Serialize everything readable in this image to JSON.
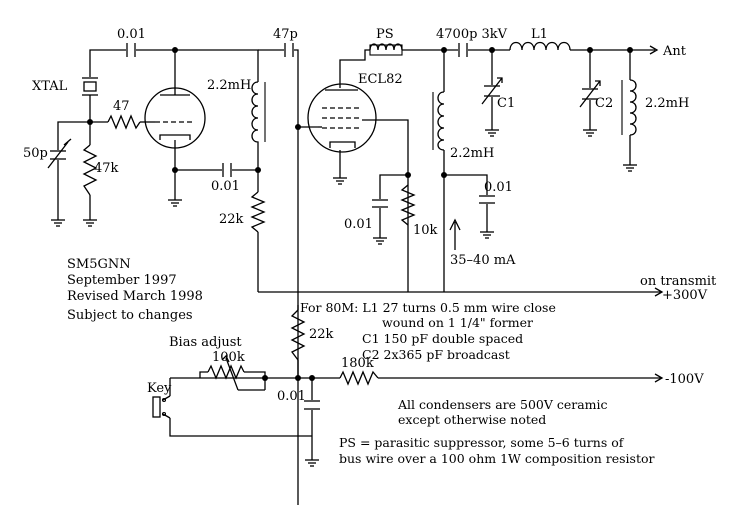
{
  "components": {
    "c_0_01_top": "0.01",
    "c_47p": "47p",
    "ps": "PS",
    "c_4700p": "4700p 3kV",
    "l1": "L1",
    "ant": "Ant",
    "xtal": "XTAL",
    "l_2_2mH_osc": "2.2mH",
    "ecl82": "ECL82",
    "c1": "C1",
    "c2": "C2",
    "l_2_2mH_ant": "2.2mH",
    "r_47": "47",
    "c_50p": "50p",
    "r_47k": "47k",
    "c_0_01_cathode": "0.01",
    "l_2_2mH_plate": "2.2mH",
    "c_0_01_plate": "0.01",
    "r_22k_upper": "22k",
    "c_0_01_grid": "0.01",
    "r_10k": "10k",
    "current": "35–40 mA",
    "r_22k_lower": "22k",
    "bias_adjust": "Bias adjust",
    "r_100k": "100k",
    "key": "Key",
    "c_0_01_bias": "0.01",
    "r_180k": "180k",
    "minus_100v": "-100V",
    "on_transmit": "on transmit",
    "plus_300v": "+300V"
  },
  "author": {
    "call": "SM5GNN",
    "date": "September 1997",
    "revised": "Revised March 1998",
    "note": "Subject to changes"
  },
  "notes": {
    "line1": "For 80M:  L1 27 turns 0.5 mm wire close",
    "line2": "wound on 1 1/4\" former",
    "line3": "C1 150 pF double spaced",
    "line4": "C2 2x365 pF broadcast",
    "line5": "All condensers are 500V ceramic",
    "line6": "except otherwise noted",
    "line7": "PS = parasitic suppressor, some 5–6 turns of",
    "line8": "bus wire over a 100 ohm 1W composition resistor"
  }
}
